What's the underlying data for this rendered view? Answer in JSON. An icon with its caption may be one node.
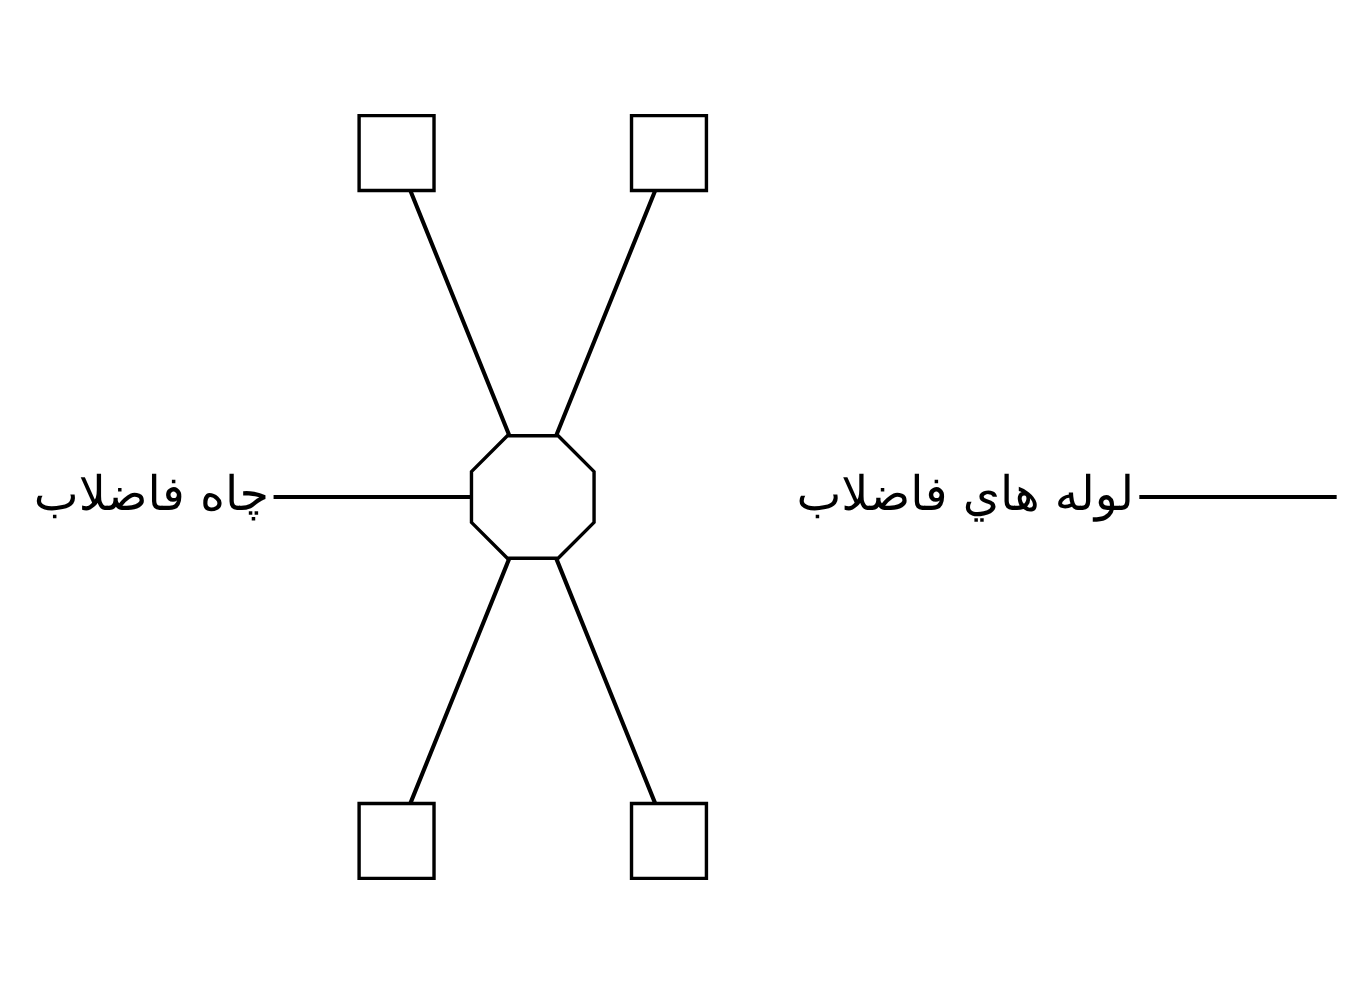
{
  "diagram": {
    "nodes": [
      {
        "text": [],
        "shape": "box"
      },
      {
        "text": [],
        "shape": "box"
      },
      {
        "text": [
          "لوله هاي فاضلاب"
        ]
      },
      {
        "text": [
          "چاه فاضلاب"
        ]
      },
      {
        "text": [],
        "shape": "octagon"
      },
      {
        "text": [],
        "shape": "box"
      },
      {
        "text": [],
        "shape": "box"
      }
    ],
    "edges": [
      {
        "from": 0,
        "to": 4,
        "arrow": "none"
      },
      {
        "from": 1,
        "to": 4,
        "arrow": "none"
      },
      {
        "from": 4,
        "to": 5,
        "arrow": "none"
      },
      {
        "from": 4,
        "to": 6,
        "arrow": "none"
      },
      {
        "from": 2,
        "to": null,
        "arrow": "none"
      },
      {
        "from": 3,
        "to": 4,
        "arrow": "none"
      }
    ]
  }
}
